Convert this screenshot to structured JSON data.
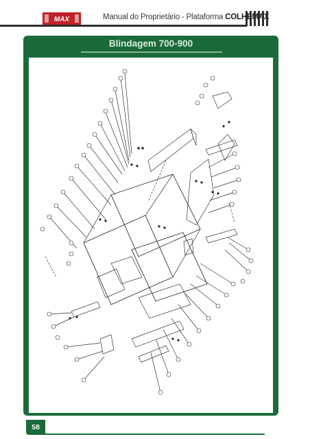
{
  "header": {
    "logo_text": "MAX",
    "title_prefix": "Manual do Proprietário - Plataforma ",
    "title_strong": "COLHEMAX"
  },
  "section": {
    "title": "Blindagem 700-900"
  },
  "footer": {
    "page_number": "58"
  },
  "colors": {
    "brand_green": "#1b6b3a",
    "logo_red": "#c0222a",
    "rule_dark": "#2e2e2e"
  }
}
